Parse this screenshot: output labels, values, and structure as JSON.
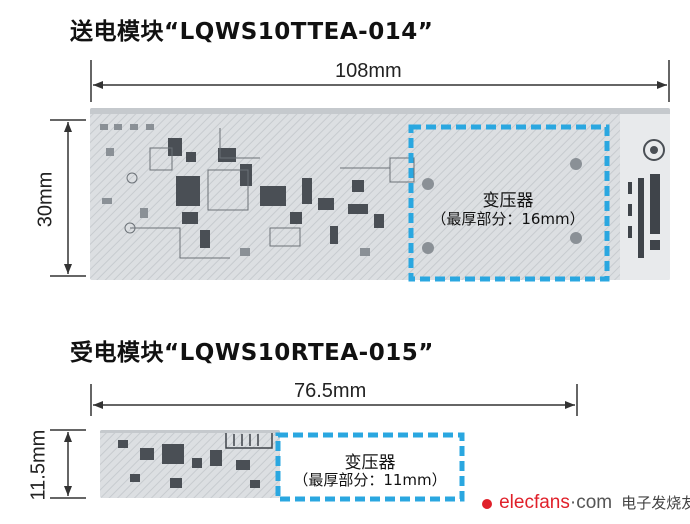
{
  "transmit": {
    "title": "送电模块“LQWS10TTEA-014”",
    "width_label": "108mm",
    "height_label": "30mm",
    "transformer_label": "变压器",
    "transformer_detail": "（最厚部分：16mm）"
  },
  "receive": {
    "title": "受电模块“LQWS10RTEA-015”",
    "width_label": "76.5mm",
    "height_label": "11.5mm",
    "transformer_label": "变压器",
    "transformer_detail": "（最厚部分：11mm）"
  },
  "watermark": {
    "site": "elecfans",
    "domain": "·com",
    "cn": "电子发烧友"
  },
  "colors": {
    "highlight": "#2aa7e0",
    "board": "#d9dcdf",
    "watermark_red": "#e0202a"
  }
}
